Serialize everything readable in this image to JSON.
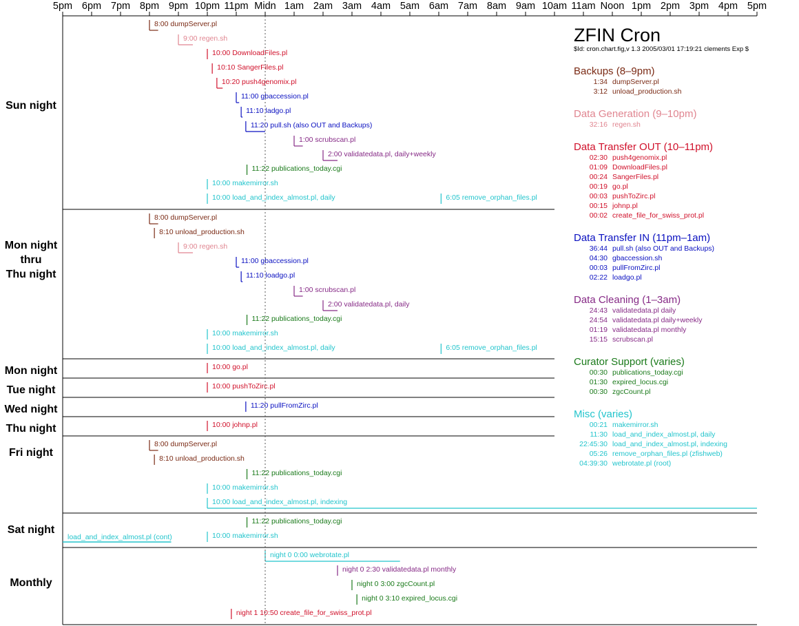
{
  "title": "ZFIN Cron",
  "subtitle": "$Id: cron.chart.fig,v 1.3 2005/03/01 17:19:21 clements Exp $",
  "colors": {
    "backups": "#7a2a14",
    "datagen": "#e08590",
    "transfer_out": "#d0102a",
    "transfer_in": "#0a10c0",
    "cleaning": "#862a86",
    "curator": "#1a7a1a",
    "misc": "#22c4cc",
    "axis": "#000000",
    "midnight": "#555555"
  },
  "time_axis": {
    "tick_labels": [
      "5pm",
      "6pm",
      "7pm",
      "8pm",
      "9pm",
      "10pm",
      "11pm",
      "Midn",
      "1am",
      "2am",
      "3am",
      "4am",
      "5am",
      "6am",
      "7am",
      "8am",
      "9am",
      "10am",
      "11am",
      "Noon",
      "1pm",
      "2pm",
      "3pm",
      "4pm",
      "5pm"
    ]
  },
  "sections": [
    {
      "label_lines": [
        "Sun night"
      ]
    },
    {
      "label_lines": [
        "Mon night",
        "thru",
        "Thu night"
      ]
    },
    {
      "label_lines": [
        "Mon night"
      ]
    },
    {
      "label_lines": [
        "Tue night"
      ]
    },
    {
      "label_lines": [
        "Wed night"
      ]
    },
    {
      "label_lines": [
        "Thu night"
      ]
    },
    {
      "label_lines": [
        "Fri night"
      ]
    },
    {
      "label_lines": [
        "Sat night"
      ]
    },
    {
      "label_lines": [
        "Monthly"
      ]
    }
  ],
  "jobs": [
    {
      "section": 0,
      "row": 0,
      "start": 3,
      "dur": 0.3,
      "cat": "backups",
      "text": "8:00 dumpServer.pl"
    },
    {
      "section": 0,
      "row": 1,
      "start": 4,
      "dur": 0.5,
      "cat": "datagen",
      "text": "9:00 regen.sh"
    },
    {
      "section": 0,
      "row": 2,
      "start": 5,
      "dur": 0,
      "cat": "transfer_out",
      "text": "10:00 DownloadFiles.pl"
    },
    {
      "section": 0,
      "row": 3,
      "start": 5.17,
      "dur": 0,
      "cat": "transfer_out",
      "text": "10:10 SangerFiles.pl"
    },
    {
      "section": 0,
      "row": 4,
      "start": 5.33,
      "dur": 0.2,
      "cat": "transfer_out",
      "text": "10:20 push4genomix.pl"
    },
    {
      "section": 0,
      "row": 5,
      "start": 6,
      "dur": 0.1,
      "cat": "transfer_in",
      "text": "11:00 gbaccession.pl"
    },
    {
      "section": 0,
      "row": 6,
      "start": 6.17,
      "dur": 0.05,
      "cat": "transfer_in",
      "text": "11:10 ladgo.pl"
    },
    {
      "section": 0,
      "row": 7,
      "start": 6.33,
      "dur": 0.67,
      "cat": "transfer_in",
      "text": "11:20 pull.sh (also  OUT and Backups)"
    },
    {
      "section": 0,
      "row": 8,
      "start": 8,
      "dur": 0.3,
      "cat": "cleaning",
      "text": "1:00 scrubscan.pl"
    },
    {
      "section": 0,
      "row": 9,
      "start": 9,
      "dur": 0.5,
      "cat": "cleaning",
      "text": "2:00 validatedata.pl, daily+weekly"
    },
    {
      "section": 0,
      "row": 10,
      "start": 6.37,
      "dur": 0,
      "cat": "curator",
      "text": "11:22 publications_today.cgi"
    },
    {
      "section": 0,
      "row": 11,
      "start": 5,
      "dur": 0,
      "cat": "misc",
      "text": "10:00 makemirror.sh"
    },
    {
      "section": 0,
      "row": 12,
      "start": 5,
      "dur": 0,
      "cat": "misc",
      "text": "10:00 load_and_index_almost.pl, daily"
    },
    {
      "section": 0,
      "row": 12,
      "start": 13.08,
      "dur": 0,
      "cat": "misc",
      "text": "6:05 remove_orphan_files.pl"
    },
    {
      "section": 1,
      "row": 0,
      "start": 3,
      "dur": 0.3,
      "cat": "backups",
      "text": "8:00 dumpServer.pl"
    },
    {
      "section": 1,
      "row": 1,
      "start": 3.17,
      "dur": 0,
      "cat": "backups",
      "text": "8:10 unload_production.sh"
    },
    {
      "section": 1,
      "row": 2,
      "start": 4,
      "dur": 0.5,
      "cat": "datagen",
      "text": "9:00 regen.sh"
    },
    {
      "section": 1,
      "row": 3,
      "start": 6,
      "dur": 0.1,
      "cat": "transfer_in",
      "text": "11:00 gbaccession.pl"
    },
    {
      "section": 1,
      "row": 4,
      "start": 6.17,
      "dur": 0.05,
      "cat": "transfer_in",
      "text": "11:10 loadgo.pl"
    },
    {
      "section": 1,
      "row": 5,
      "start": 8,
      "dur": 0.3,
      "cat": "cleaning",
      "text": "1:00 scrubscan.pl"
    },
    {
      "section": 1,
      "row": 6,
      "start": 9,
      "dur": 0.5,
      "cat": "cleaning",
      "text": "2:00 validatedata.pl, daily"
    },
    {
      "section": 1,
      "row": 7,
      "start": 6.37,
      "dur": 0,
      "cat": "curator",
      "text": "11:22 publications_today.cgi"
    },
    {
      "section": 1,
      "row": 8,
      "start": 5,
      "dur": 0,
      "cat": "misc",
      "text": "10:00 makemirror.sh"
    },
    {
      "section": 1,
      "row": 9,
      "start": 5,
      "dur": 0,
      "cat": "misc",
      "text": "10:00 load_and_index_almost.pl, daily"
    },
    {
      "section": 1,
      "row": 9,
      "start": 13.08,
      "dur": 0,
      "cat": "misc",
      "text": "6:05 remove_orphan_files.pl"
    },
    {
      "section": 2,
      "row": 0,
      "start": 5,
      "dur": 0,
      "cat": "transfer_out",
      "text": "10:00 go.pl"
    },
    {
      "section": 3,
      "row": 0,
      "start": 5,
      "dur": 0,
      "cat": "transfer_out",
      "text": "10:00 pushToZirc.pl"
    },
    {
      "section": 4,
      "row": 0,
      "start": 6.33,
      "dur": 0,
      "cat": "transfer_in",
      "text": "11:20 pullFromZirc.pl"
    },
    {
      "section": 5,
      "row": 0,
      "start": 5,
      "dur": 0,
      "cat": "transfer_out",
      "text": "10:00 johnp.pl"
    },
    {
      "section": 6,
      "row": 0,
      "start": 3,
      "dur": 0.3,
      "cat": "backups",
      "text": "8:00 dumpServer.pl"
    },
    {
      "section": 6,
      "row": 1,
      "start": 3.17,
      "dur": 0,
      "cat": "backups",
      "text": "8:10 unload_production.sh"
    },
    {
      "section": 6,
      "row": 2,
      "start": 6.37,
      "dur": 0,
      "cat": "curator",
      "text": "11:22 publications_today.cgi"
    },
    {
      "section": 6,
      "row": 3,
      "start": 5,
      "dur": 0,
      "cat": "misc",
      "text": "10:00 makemirror.sh"
    },
    {
      "section": 6,
      "row": 4,
      "start": 5,
      "dur": 19,
      "cat": "misc",
      "text": "10:00 load_and_index_almost.pl, indexing"
    },
    {
      "section": 7,
      "row": 0,
      "start": 6.37,
      "dur": 0,
      "cat": "curator",
      "text": "11:22 publications_today.cgi"
    },
    {
      "section": 7,
      "row": 1,
      "start": 0,
      "dur": 3.75,
      "cat": "misc",
      "text": "load_and_index_almost.pl (cont)",
      "textFirst": true
    },
    {
      "section": 7,
      "row": 1,
      "start": 5,
      "dur": 0,
      "cat": "misc",
      "text": "10:00 makemirror.sh"
    },
    {
      "section": 8,
      "row": 0,
      "start": 7,
      "dur": 4.66,
      "cat": "misc",
      "text": "night 0 0:00 webrotate.pl"
    },
    {
      "section": 8,
      "row": 1,
      "start": 9.5,
      "dur": 0,
      "cat": "cleaning",
      "text": "night 0 2:30 validatedata.pl monthly"
    },
    {
      "section": 8,
      "row": 2,
      "start": 10,
      "dur": 0,
      "cat": "curator",
      "text": "night 0 3:00 zgcCount.pl"
    },
    {
      "section": 8,
      "row": 3,
      "start": 10.17,
      "dur": 0,
      "cat": "curator",
      "text": "night 0 3:10 expired_locus.cgi"
    },
    {
      "section": 8,
      "row": 4,
      "start": 5.83,
      "dur": 0,
      "cat": "transfer_out",
      "text": "night 1 10:50 create_file_for_swiss_prot.pl"
    }
  ],
  "legend": [
    {
      "cat": "backups",
      "heading": "Backups (8–9pm)",
      "items": [
        [
          "1:34",
          "dumpServer.pl"
        ],
        [
          "3:12",
          "unload_production.sh"
        ]
      ]
    },
    {
      "cat": "datagen",
      "heading": "Data Generation (9–10pm)",
      "items": [
        [
          "32:16",
          "regen.sh"
        ]
      ]
    },
    {
      "cat": "transfer_out",
      "heading": "Data Transfer OUT (10–11pm)",
      "items": [
        [
          "02:30",
          "push4genomix.pl"
        ],
        [
          "01:09",
          "DownloadFiles.pl"
        ],
        [
          "00:24",
          "SangerFiles.pl"
        ],
        [
          "00:19",
          "go.pl"
        ],
        [
          "00:03",
          "pushToZirc.pl"
        ],
        [
          "00:15",
          "johnp.pl"
        ],
        [
          "00:02",
          "create_file_for_swiss_prot.pl"
        ]
      ]
    },
    {
      "cat": "transfer_in",
      "heading": "Data Transfer IN (11pm–1am)",
      "items": [
        [
          "36:44",
          "pull.sh (also OUT and Backups)"
        ],
        [
          "04:30",
          "gbaccession.sh"
        ],
        [
          "00:03",
          "pullFromZirc.pl"
        ],
        [
          "02:22",
          "loadgo.pl"
        ]
      ]
    },
    {
      "cat": "cleaning",
      "heading": "Data Cleaning (1–3am)",
      "items": [
        [
          "24:43",
          "validatedata.pl daily"
        ],
        [
          "24:54",
          "validatedata.pl daily+weekly"
        ],
        [
          "01:19",
          "validatedata.pl monthly"
        ],
        [
          "15:15",
          "scrubscan.pl"
        ]
      ]
    },
    {
      "cat": "curator",
      "heading": "Curator Support (varies)",
      "items": [
        [
          "00:30",
          "publications_today.cgi"
        ],
        [
          "01:30",
          "expired_locus.cgi"
        ],
        [
          "00:30",
          "zgcCount.pl"
        ]
      ]
    },
    {
      "cat": "misc",
      "heading": "Misc (varies)",
      "items": [
        [
          "00:21",
          "makemirror.sh"
        ],
        [
          "11:30",
          "load_and_index_almost.pl, daily"
        ],
        [
          "22:45:30",
          "load_and_index_almost.pl, indexing"
        ],
        [
          "05:26",
          "remove_orphan_files.pl (zfishweb)"
        ],
        [
          "04:39:30",
          "webrotate.pl (root)"
        ]
      ]
    }
  ]
}
